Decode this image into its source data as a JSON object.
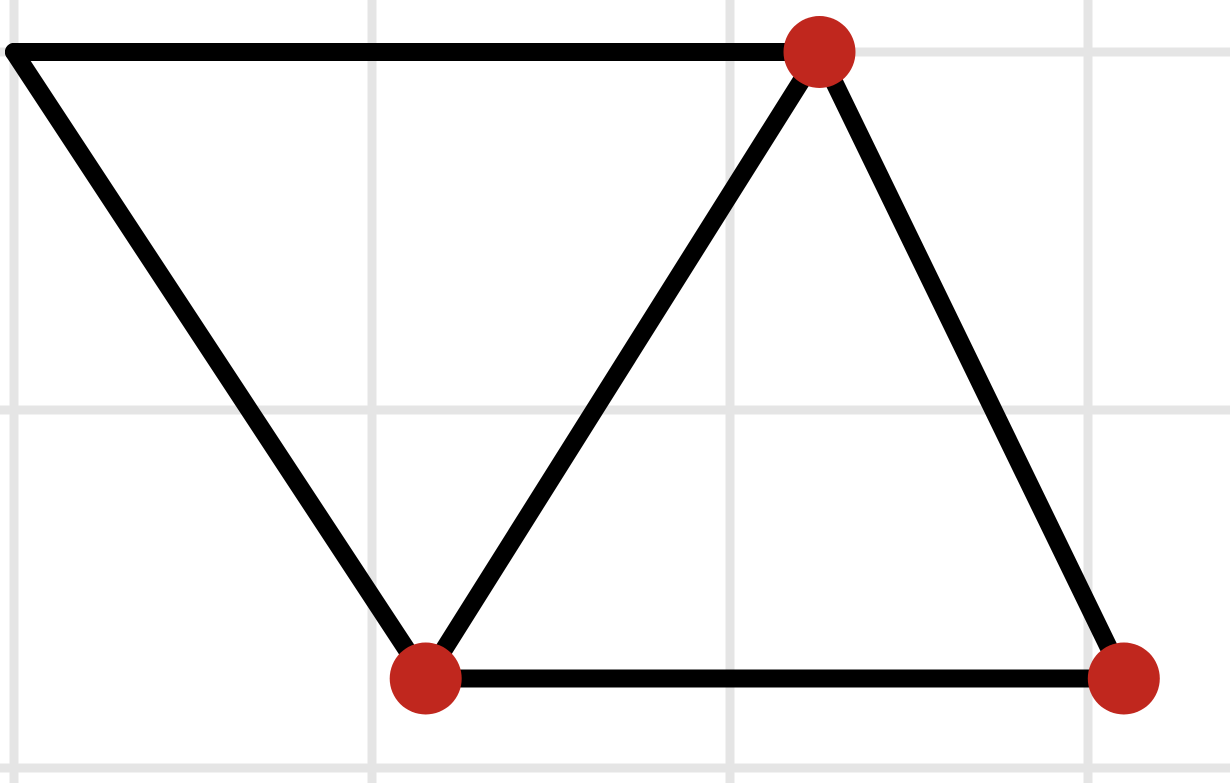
{
  "colors": {
    "background": "#ffffff",
    "grid": "#e5e5e5",
    "edge": "#000000",
    "vertex": "#c0271e"
  },
  "diagram": {
    "grid": {
      "shown": true,
      "columns": 4,
      "rows": 2
    },
    "vertices": [
      {
        "id": "A",
        "gx": 0.0,
        "gy": 0.0,
        "highlighted": false
      },
      {
        "id": "B",
        "gx": 2.25,
        "gy": 0.0,
        "highlighted": true
      },
      {
        "id": "C",
        "gx": 1.15,
        "gy": 1.75,
        "highlighted": true
      },
      {
        "id": "D",
        "gx": 3.1,
        "gy": 1.75,
        "highlighted": true
      }
    ],
    "edges": [
      [
        "A",
        "B"
      ],
      [
        "A",
        "C"
      ],
      [
        "B",
        "C"
      ],
      [
        "B",
        "D"
      ],
      [
        "C",
        "D"
      ]
    ]
  }
}
